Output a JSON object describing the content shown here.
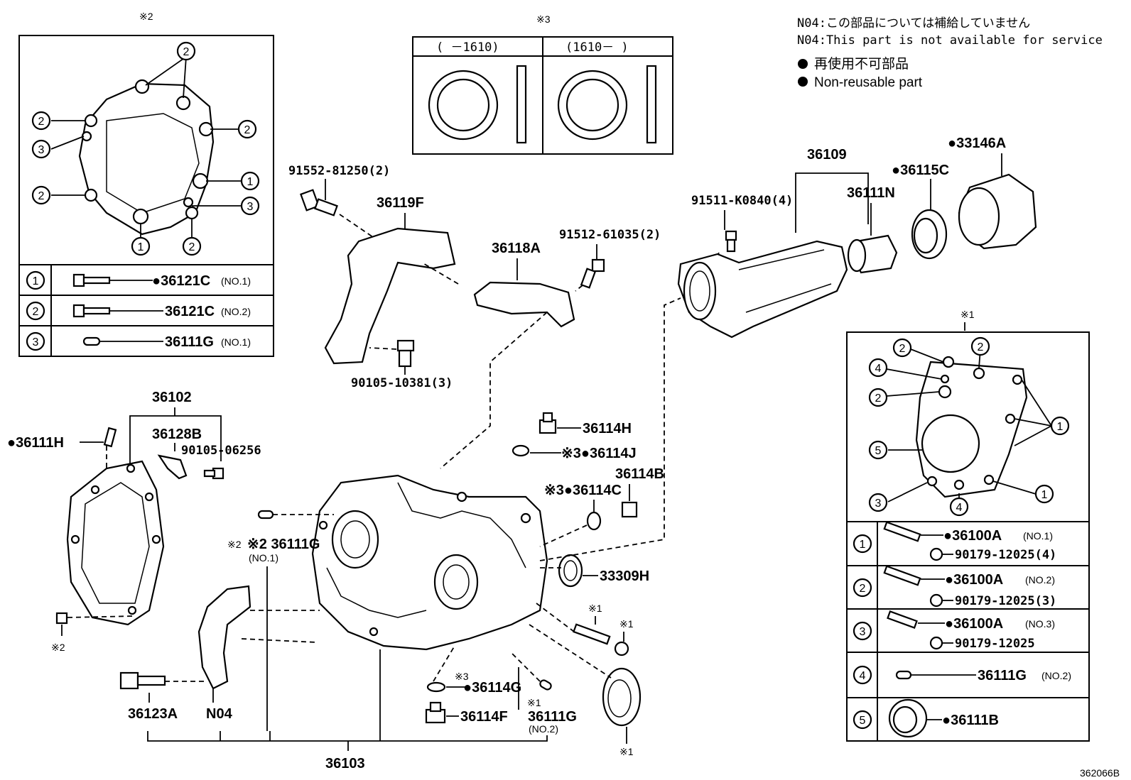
{
  "notes": {
    "jp_line": "N04:この部品については補給していません",
    "en_line": "N04:This part is not available for service",
    "jp_nonreusable": "再使用不可部品",
    "en_nonreusable": "Non-reusable part"
  },
  "figure_id": "362066B",
  "markers": {
    "ref1": "※1",
    "ref2": "※2",
    "ref3": "※3",
    "bullet": "●"
  },
  "box_ref2": {
    "title": "※2",
    "rows": [
      {
        "num": "1",
        "part": "●36121C",
        "note": "(NO.1)"
      },
      {
        "num": "2",
        "part": "36121C",
        "note": "(NO.2)"
      },
      {
        "num": "3",
        "part": "36111G",
        "note": "(NO.1)"
      }
    ]
  },
  "box_ref3": {
    "title": "※3",
    "col_left": "(     －1610)",
    "col_right": "(1610－      )"
  },
  "box_ref1": {
    "title": "※1",
    "rows": [
      {
        "num": "1",
        "part": "●36100A",
        "note": "(NO.1)",
        "nut": "90179-12025(4)"
      },
      {
        "num": "2",
        "part": "●36100A",
        "note": "(NO.2)",
        "nut": "90179-12025(3)"
      },
      {
        "num": "3",
        "part": "●36100A",
        "note": "(NO.3)",
        "nut": "90179-12025"
      },
      {
        "num": "4",
        "part": "36111G",
        "note": "(NO.2)",
        "nut": ""
      },
      {
        "num": "5",
        "part": "●36111B",
        "note": "",
        "nut": ""
      }
    ]
  },
  "labels": {
    "p91552": "91552-81250(2)",
    "p36119F": "36119F",
    "p36118A": "36118A",
    "p91512": "91512-61035(2)",
    "p90105a": "90105-10381(3)",
    "p36109": "36109",
    "p91511": "91511-K0840(4)",
    "p36111N": "36111N",
    "p36115C": "●36115C",
    "p33146A": "●33146A",
    "p36102": "36102",
    "p36128B": "36128B",
    "p90105b": "90105-06256",
    "p36111H": "●36111H",
    "p36114H": "36114H",
    "p36114J": "※3●36114J",
    "p36114B": "36114B",
    "p36114C": "※3●36114C",
    "p36111G_no1": "※2 36111G",
    "p36111G_no1_sub": "(NO.1)",
    "p33309H": "33309H",
    "p36114G": "●36114G",
    "p36114F": "36114F",
    "p36111G_no2": "36111G",
    "p36111G_no2_sub": "(NO.2)",
    "p36123A": "36123A",
    "pN04": "N04",
    "p36103": "36103"
  }
}
